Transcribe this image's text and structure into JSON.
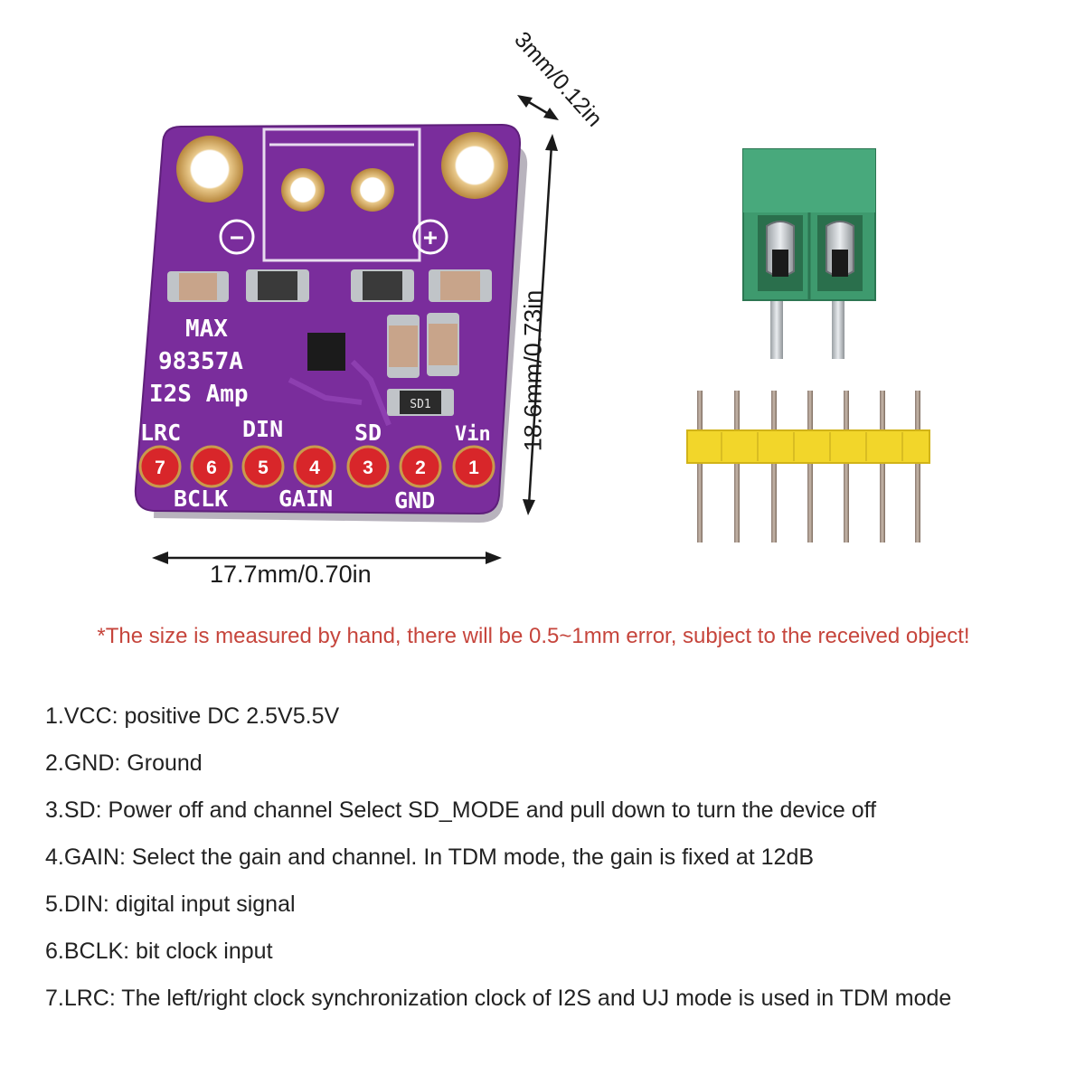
{
  "board": {
    "silkscreen_title": [
      "MAX",
      "98357A",
      "I2S Amp"
    ],
    "top_labels": [
      "LRC",
      "DIN",
      "SD",
      "Vin"
    ],
    "bottom_labels": [
      "BCLK",
      "GAIN",
      "GND"
    ],
    "pin_numbers": [
      "7",
      "6",
      "5",
      "4",
      "3",
      "2",
      "1"
    ],
    "minus_symbol": "−",
    "plus_symbol": "+",
    "chip_marking": "SD1"
  },
  "dimensions": {
    "width": "17.7mm/0.70in",
    "height": "18.6mm/0.73in",
    "thickness": "3mm/0.12in"
  },
  "note": "*The size is measured by hand, there will be 0.5~1mm error, subject to the received object!",
  "pins": [
    "1.VCC: positive DC 2.5V5.5V",
    "2.GND: Ground",
    "3.SD: Power off and channel Select SD_MODE and pull down to turn the device off",
    "4.GAIN: Select the gain and channel. In TDM mode, the gain is fixed at 12dB",
    "5.DIN: digital input signal",
    "6.BCLK: bit clock input",
    "7.LRC: The left/right clock synchronization clock of I2S and UJ mode is used in TDM mode"
  ],
  "colors": {
    "pcb": "#7a2d9c",
    "pad_red": "#d8262a",
    "gold": "#c99a4c",
    "terminal_green": "#3e9a6e",
    "header_yellow": "#f2d62a",
    "note_red": "#c6453c"
  }
}
